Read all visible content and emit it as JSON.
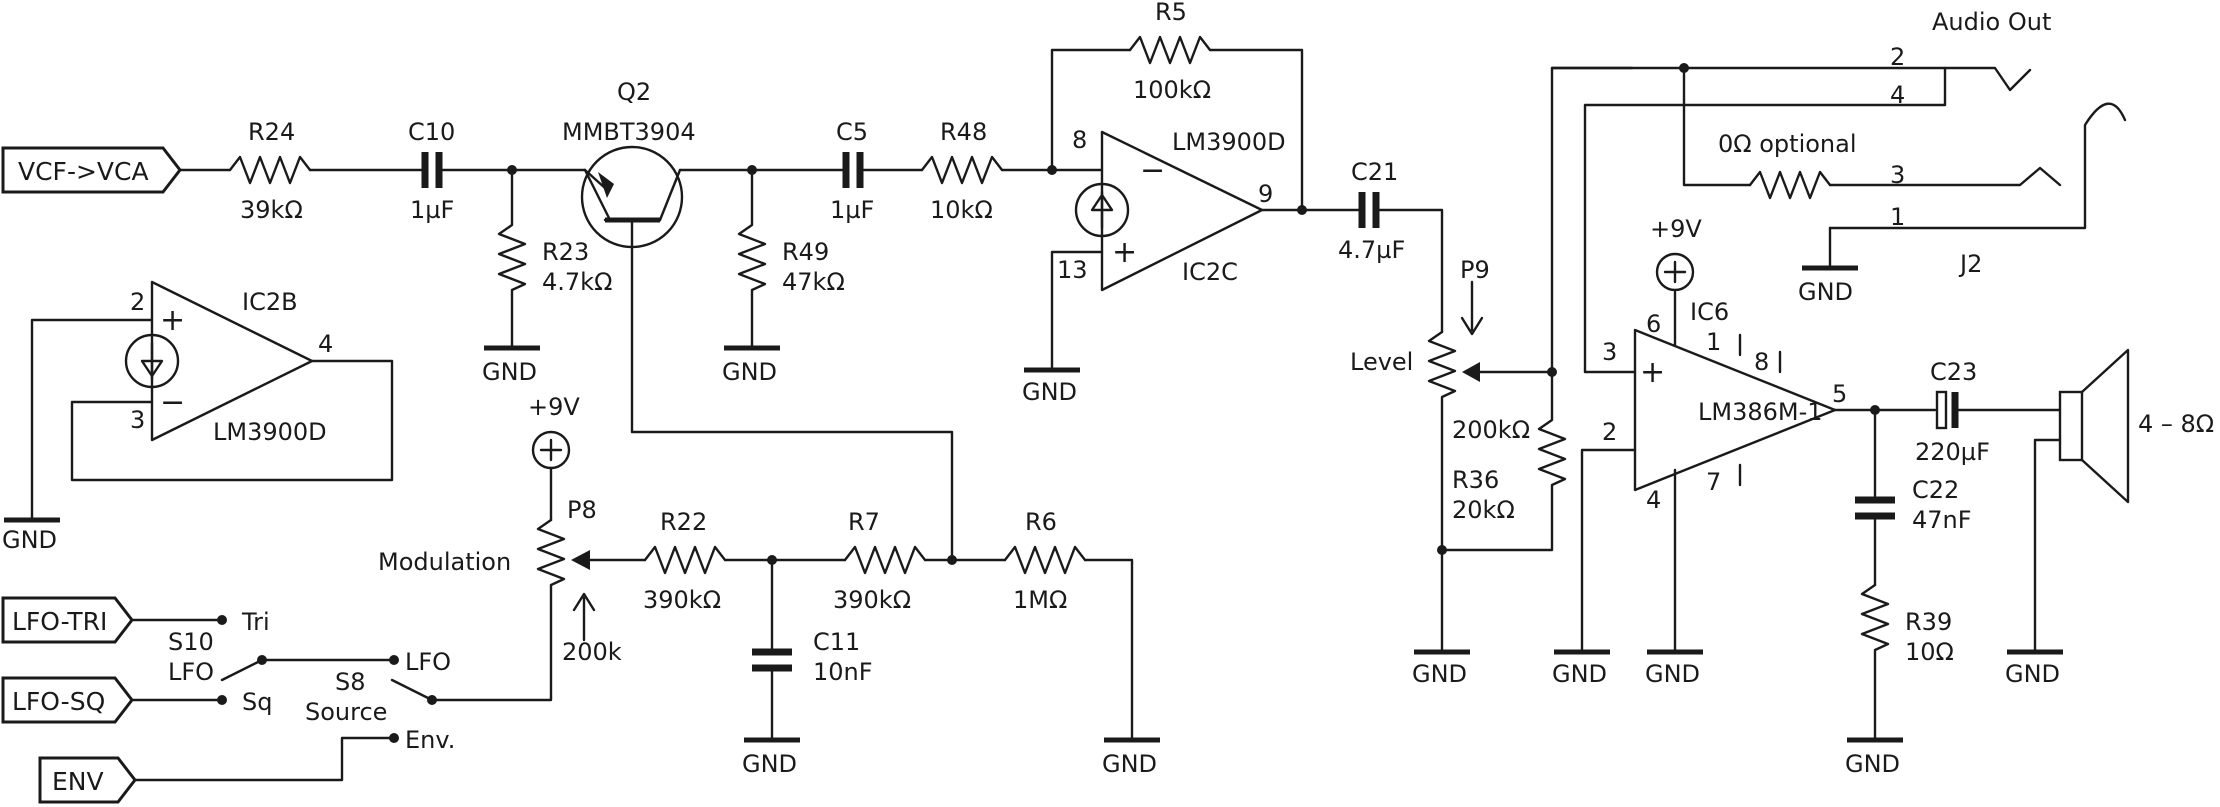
{
  "ports": {
    "vcf_vca": "VCF->VCA",
    "lfo_tri": "LFO-TRI",
    "lfo_sq": "LFO-SQ",
    "env": "ENV"
  },
  "parts": {
    "r24": {
      "ref": "R24",
      "value": "39kΩ"
    },
    "c10": {
      "ref": "C10",
      "value": "1µF"
    },
    "r23": {
      "ref": "R23",
      "value": "4.7kΩ"
    },
    "q2": {
      "ref": "Q2",
      "value": "MMBT3904"
    },
    "r49": {
      "ref": "R49",
      "value": "47kΩ"
    },
    "c5": {
      "ref": "C5",
      "value": "1µF"
    },
    "r48": {
      "ref": "R48",
      "value": "10kΩ"
    },
    "r5": {
      "ref": "R5",
      "value": "100kΩ"
    },
    "ic2c": {
      "ref": "IC2C",
      "value": "LM3900D"
    },
    "ic2b": {
      "ref": "IC2B",
      "value": "LM3900D"
    },
    "c21": {
      "ref": "C21",
      "value": "4.7µF"
    },
    "p9": {
      "ref": "P9",
      "name": "Level",
      "value": "200kΩ"
    },
    "r36": {
      "ref": "R36",
      "value": "20kΩ"
    },
    "ic6": {
      "ref": "IC6",
      "value": "LM386M-1"
    },
    "c23": {
      "ref": "C23",
      "value": "220µF"
    },
    "c22": {
      "ref": "C22",
      "value": "47nF"
    },
    "r39": {
      "ref": "R39",
      "value": "10Ω"
    },
    "p8": {
      "ref": "P8",
      "name": "Modulation",
      "value": "200k"
    },
    "r22": {
      "ref": "R22",
      "value": "390kΩ"
    },
    "r7": {
      "ref": "R7",
      "value": "390kΩ"
    },
    "r6": {
      "ref": "R6",
      "value": "1MΩ"
    },
    "c11": {
      "ref": "C11",
      "value": "10nF"
    },
    "s10": {
      "ref": "S10",
      "name": "LFO",
      "pos_a": "Tri",
      "pos_b": "Sq"
    },
    "s8": {
      "ref": "S8",
      "name": "Source",
      "pos_a": "LFO",
      "pos_b": "Env."
    },
    "j2": {
      "ref": "J2",
      "title": "Audio Out",
      "option": "0Ω optional"
    },
    "speaker": {
      "value": "4 – 8Ω"
    }
  },
  "pins": {
    "ic2c_inv": "8",
    "ic2c_non": "13",
    "ic2c_out": "9",
    "ic2b_inv": "3",
    "ic2b_non": "2",
    "ic2b_out": "4",
    "ic6_in_plus": "3",
    "ic6_in_minus": "2",
    "ic6_out": "5",
    "ic6_vs": "6",
    "ic6_gain1": "1",
    "ic6_gain8": "8",
    "ic6_gnd": "4",
    "ic6_bypass": "7",
    "j2_p1": "1",
    "j2_p2": "2",
    "j2_p3": "3",
    "j2_p4": "4"
  },
  "signs": {
    "plus": "+",
    "minus": "−"
  },
  "labels": {
    "gnd": "GND",
    "supply": "+9V"
  }
}
